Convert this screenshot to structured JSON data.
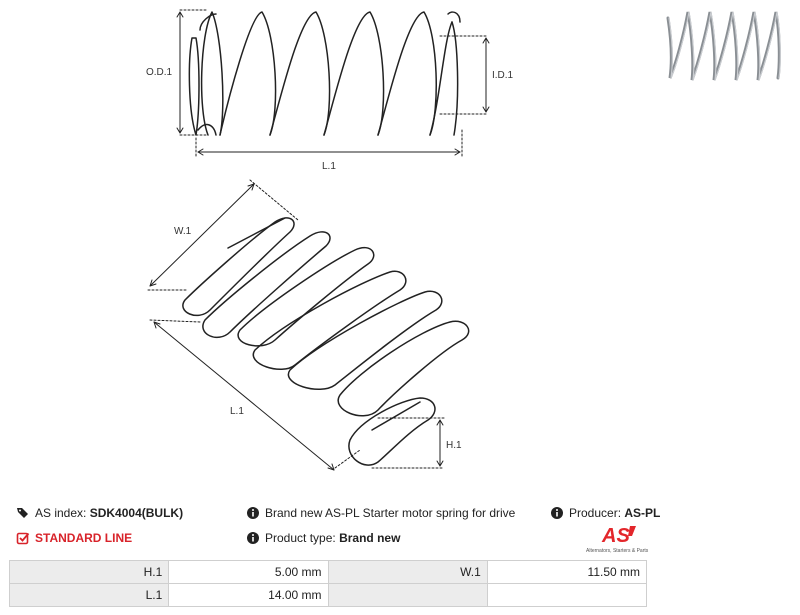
{
  "drawing": {
    "top_labels": {
      "od": "O.D.1",
      "id": "I.D.1",
      "length": "L.1"
    },
    "bottom_labels": {
      "width": "W.1",
      "length": "L.1",
      "height": "H.1"
    }
  },
  "info": {
    "as_index_label": "AS index:",
    "as_index_value": "SDK4004(BULK)",
    "description": "Brand new AS-PL Starter motor spring for drive",
    "producer_label": "Producer:",
    "producer_value": "AS-PL",
    "standard_line": "STANDARD LINE",
    "product_type_label": "Product type:",
    "product_type_value": "Brand new"
  },
  "logo": {
    "text": "AS",
    "tagline": "Alternators, Starters & Parts",
    "color": "#e3262b"
  },
  "params": [
    [
      {
        "key": "H.1",
        "value": "5.00 mm"
      },
      {
        "key": "W.1",
        "value": "11.50 mm"
      }
    ],
    [
      {
        "key": "L.1",
        "value": "14.00 mm"
      },
      {
        "key": "",
        "value": ""
      }
    ]
  ],
  "icons": [
    "tag-icon",
    "info-icon",
    "checkbox-icon"
  ],
  "accent_color": "#d8232a"
}
